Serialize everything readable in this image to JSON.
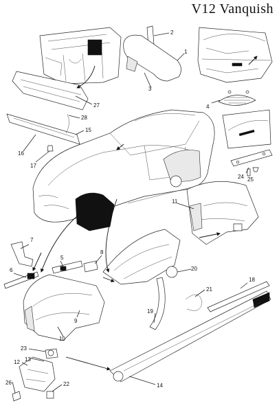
{
  "title": "V12 Vanquish",
  "callouts": {
    "c1": "1",
    "c2": "2",
    "c3": "3",
    "c4": "4",
    "c5": "5",
    "c6": "6",
    "c7": "7",
    "c8": "8",
    "c9": "9",
    "c10": "10",
    "c11": "11",
    "c12": "12",
    "c13": "13",
    "c14": "14",
    "c15": "15",
    "c16": "16",
    "c17": "17",
    "c18": "18",
    "c19": "19",
    "c20": "20",
    "c21": "21",
    "c22": "22",
    "c23": "23",
    "c24": "24",
    "c25": "25",
    "c26": "26",
    "c27": "27",
    "c28": "28"
  },
  "colors": {
    "line": "#222222",
    "fill": "#ffffff",
    "accent": "#111111"
  }
}
